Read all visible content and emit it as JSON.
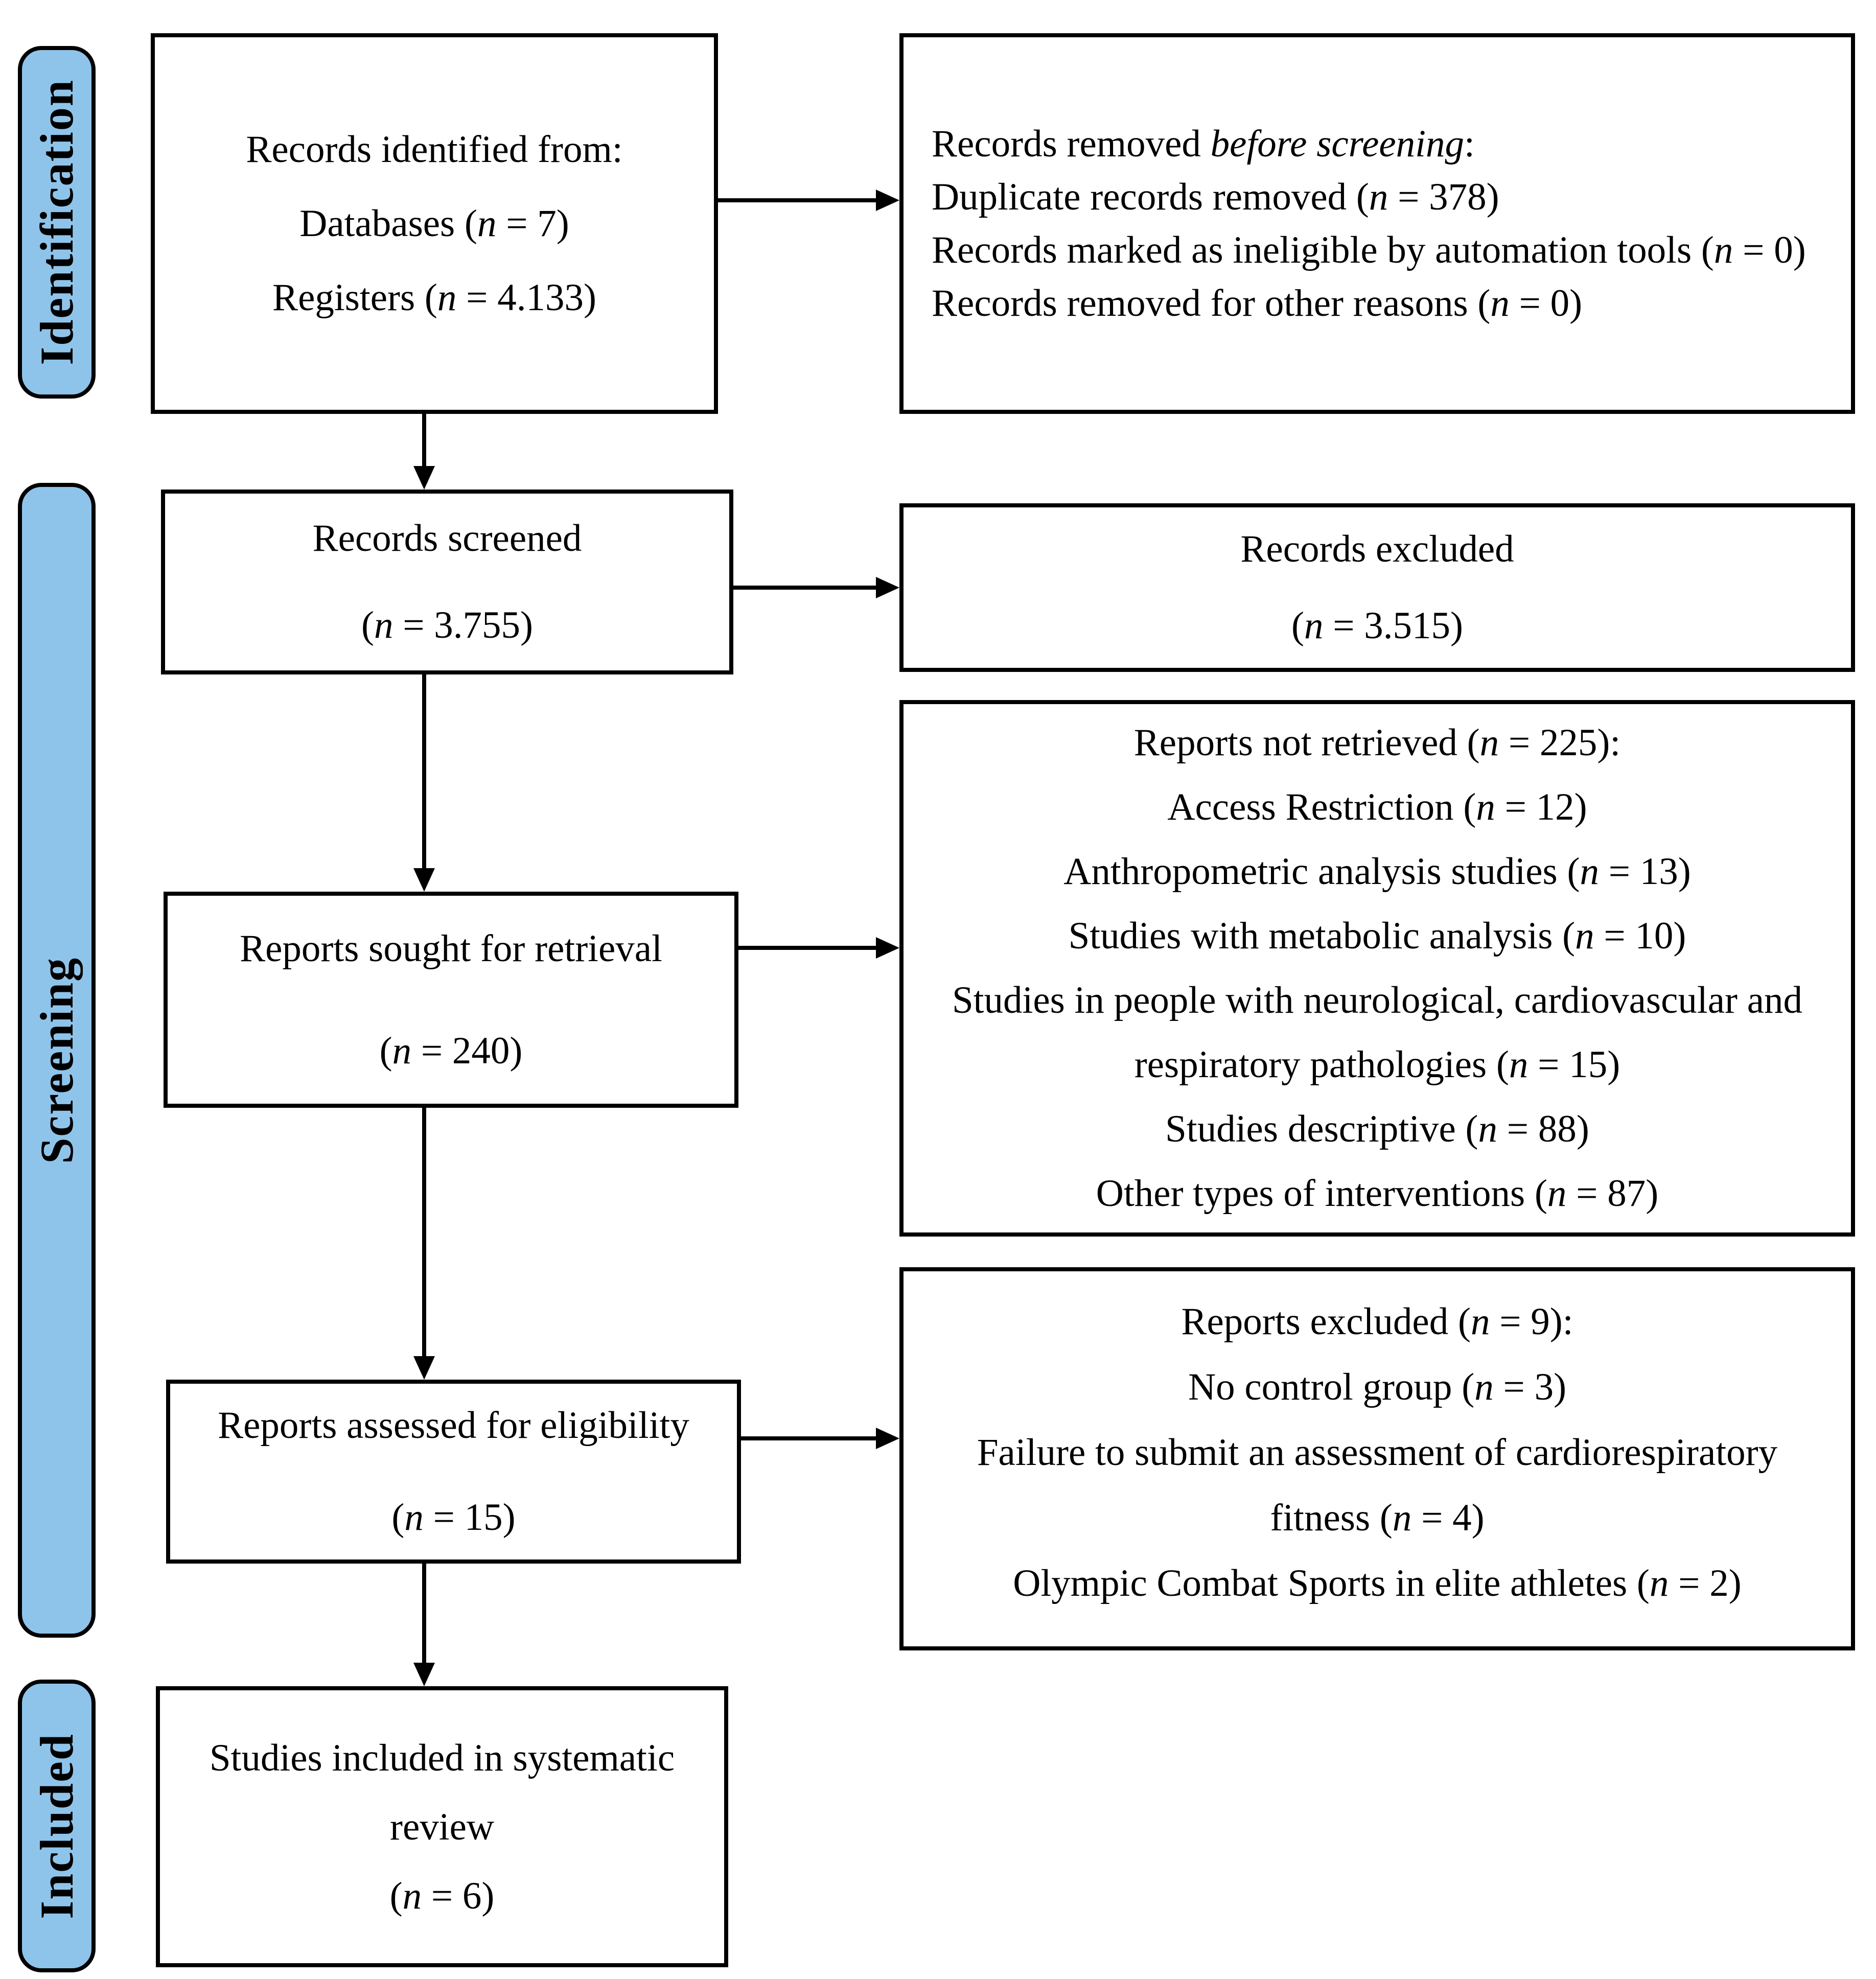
{
  "colors": {
    "stage_bar_fill": "#8FC4EA",
    "border": "#000000",
    "text": "#000000",
    "background": "#FFFFFF"
  },
  "stages": [
    {
      "label": "Identification"
    },
    {
      "label": "Screening"
    },
    {
      "label": "Included"
    }
  ],
  "boxes": {
    "records_identified": {
      "lines": [
        "Records identified from:",
        "Databases (n = 7)",
        "Registers (n = 4.133)"
      ]
    },
    "records_removed": {
      "lines": [
        "Records removed *before screening*:",
        "Duplicate records removed (n = 378)",
        "Records marked as ineligible by automation tools (n = 0)",
        "Records removed for other reasons (n = 0)"
      ]
    },
    "records_screened": {
      "lines": [
        "Records screened",
        "(n = 3.755)"
      ]
    },
    "records_excluded": {
      "lines": [
        "Records excluded",
        "(n = 3.515)"
      ]
    },
    "reports_sought": {
      "lines": [
        "Reports sought for retrieval",
        "(n = 240)"
      ]
    },
    "reports_not_retrieved": {
      "lines": [
        "Reports not retrieved (n = 225):",
        "Access Restriction (n = 12)",
        "Anthropometric analysis studies (n = 13)",
        "Studies with metabolic analysis (n = 10)",
        "Studies in people with neurological, cardiovascular and",
        "respiratory pathologies (n = 15)",
        "Studies descriptive (n = 88)",
        "Other types of interventions (n = 87)"
      ]
    },
    "reports_assessed": {
      "lines": [
        "Reports assessed for eligibility",
        "(n = 15)"
      ]
    },
    "reports_excluded": {
      "lines": [
        "Reports excluded (n = 9):",
        "No control group (n = 3)",
        "Failure to submit an assessment of cardiorespiratory",
        "fitness (n = 4)",
        "Olympic Combat Sports in elite athletes (n = 2)"
      ]
    },
    "studies_included": {
      "lines": [
        "Studies included in systematic",
        "review",
        "(n = 6)"
      ]
    }
  },
  "arrows": [
    {
      "from": "records_identified",
      "to": "records_removed",
      "direction": "right"
    },
    {
      "from": "records_identified",
      "to": "records_screened",
      "direction": "down"
    },
    {
      "from": "records_screened",
      "to": "records_excluded",
      "direction": "right"
    },
    {
      "from": "records_screened",
      "to": "reports_sought",
      "direction": "down"
    },
    {
      "from": "reports_sought",
      "to": "reports_not_retrieved",
      "direction": "right"
    },
    {
      "from": "reports_sought",
      "to": "reports_assessed",
      "direction": "down"
    },
    {
      "from": "reports_assessed",
      "to": "reports_excluded",
      "direction": "right"
    },
    {
      "from": "reports_assessed",
      "to": "studies_included",
      "direction": "down"
    }
  ]
}
